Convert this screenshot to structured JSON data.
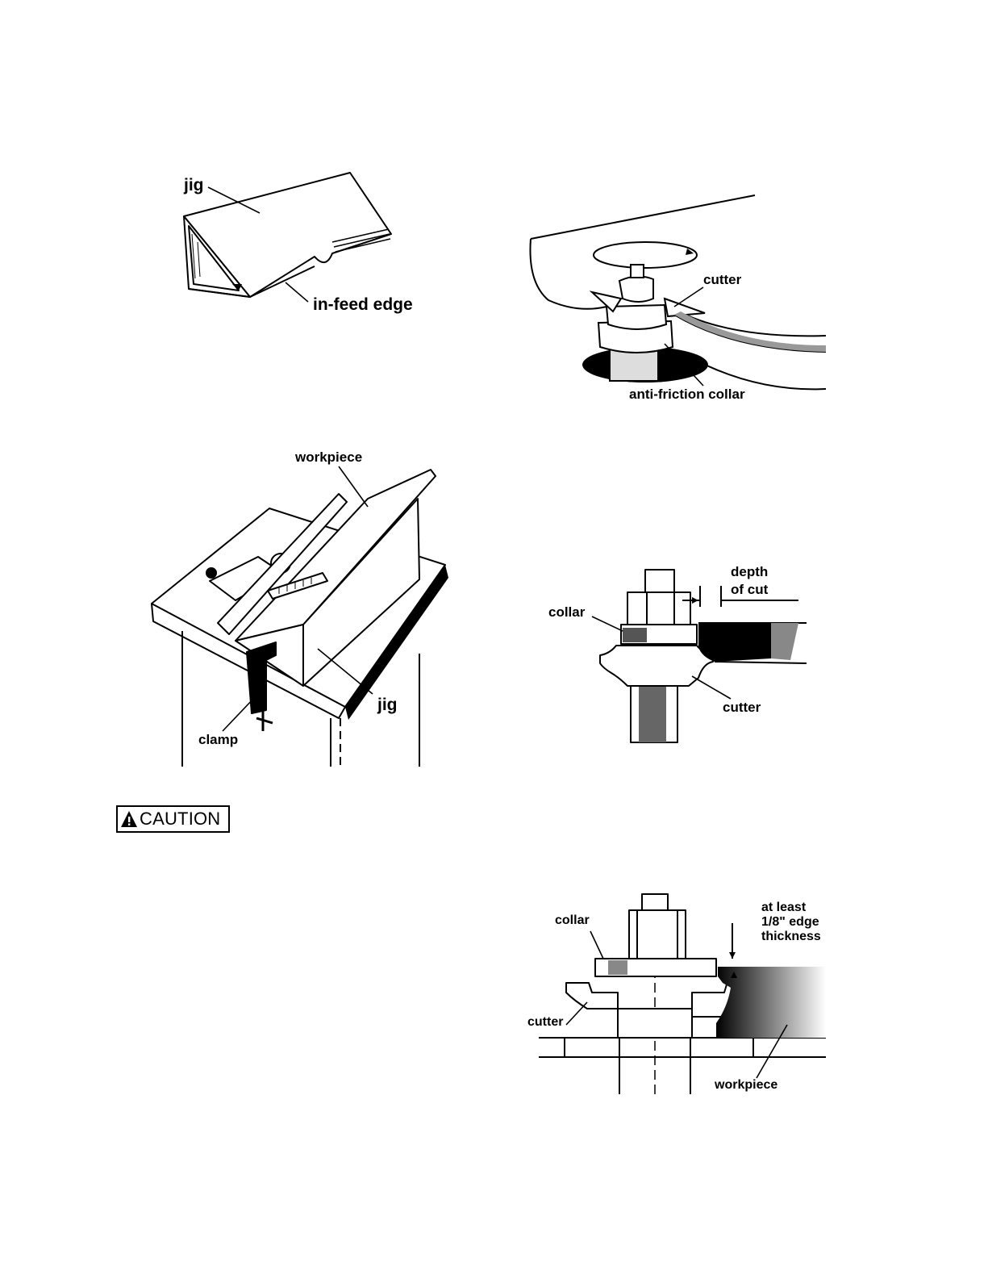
{
  "figures": {
    "jig_figure": {
      "jig_label": "jig",
      "infeed_label": "in-feed edge"
    },
    "collar_rotation_figure": {
      "cutter_label": "cutter",
      "collar_label": "anti-friction collar"
    },
    "setup_figure": {
      "workpiece_label": "workpiece",
      "jig_label": "jig",
      "clamp_label": "clamp"
    },
    "depth_figure": {
      "depth_line1": "depth",
      "depth_line2": "of cut",
      "collar_label": "collar",
      "cutter_label": "cutter"
    },
    "edge_figure": {
      "collar_label": "collar",
      "cutter_label": "cutter",
      "workpiece_label": "workpiece",
      "edge_line1": "at least",
      "edge_line2": "1/8\" edge",
      "edge_line3": "thickness"
    }
  },
  "caution": {
    "label": "CAUTION",
    "icon": "warning-triangle-icon"
  }
}
